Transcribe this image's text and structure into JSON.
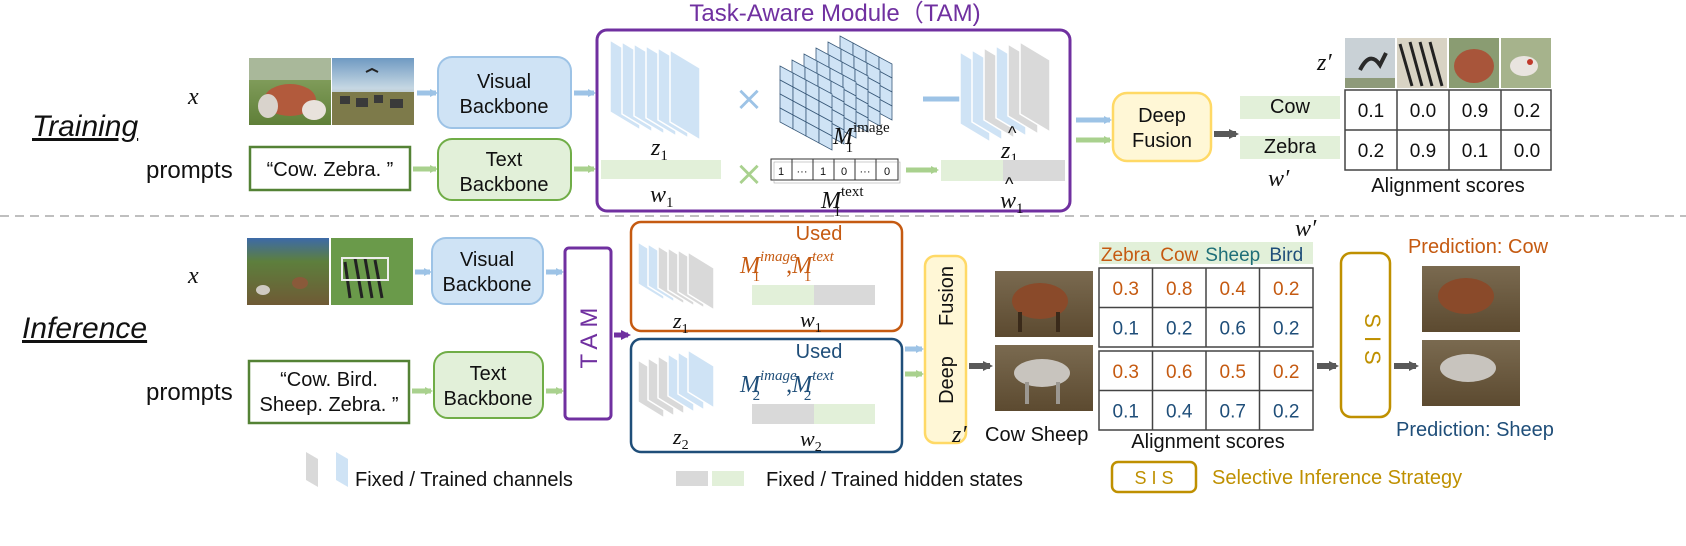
{
  "title": "Task-Aware Module（TAM)",
  "colors": {
    "tam_purple": "#7030a0",
    "blue_fill": "#cfe3f5",
    "blue_stroke": "#9dc3e6",
    "green_fill": "#e2f0d9",
    "green_stroke": "#70ad47",
    "yellow_fill": "#fff7d6",
    "yellow_stroke": "#ffd966",
    "orange": "#c55a11",
    "navy": "#1f4e79",
    "gold": "#bf9000",
    "teal": "#1f6f78",
    "gray_fill": "#d9d9d9",
    "arrow_gray": "#595959"
  },
  "training": {
    "label": "Training",
    "x_label": "x",
    "prompts_label": "prompts",
    "prompt_text": "“Cow. Zebra. ”",
    "visual_backbone": [
      "Visual",
      "Backbone"
    ],
    "text_backbone": [
      "Text",
      "Backbone"
    ],
    "z1": "z",
    "w1": "w",
    "sub1": "1",
    "m_image": "M",
    "m_image_sup": "image",
    "m_text": "M",
    "m_text_sup": "text",
    "mask_cells": [
      "1",
      "···",
      "1",
      "0",
      "···",
      "0"
    ],
    "times": "×",
    "deep_fusion": [
      "Deep",
      "Fusion"
    ],
    "classes": [
      "Cow",
      "Zebra"
    ],
    "z_prime": "z′",
    "w_prime": "w′",
    "score_rows": [
      [
        "0.1",
        "0.0",
        "0.9",
        "0.2"
      ],
      [
        "0.2",
        "0.9",
        "0.1",
        "0.0"
      ]
    ],
    "scores_caption": "Alignment scores"
  },
  "inference": {
    "label": "Inference",
    "x_label": "x",
    "prompts_label": "prompts",
    "prompt_lines": [
      "“Cow. Bird.",
      "Sheep. Zebra. ”"
    ],
    "visual_backbone": [
      "Visual",
      "Backbone"
    ],
    "text_backbone": [
      "Text",
      "Backbone"
    ],
    "tam": "TAM",
    "used_1": "Used",
    "used_2": "Used",
    "sub1": "1",
    "sub2": "2",
    "comma": ",",
    "deep_fusion": [
      "Deep",
      "Fusion"
    ],
    "z_prime": "z′",
    "class_caption": "Cow Sheep",
    "w_prime": "w′",
    "header": [
      "Zebra",
      "Cow",
      "Sheep",
      "Bird"
    ],
    "score_rows": [
      [
        "0.3",
        "0.8",
        "0.4",
        "0.2"
      ],
      [
        "0.1",
        "0.2",
        "0.6",
        "0.2"
      ],
      [
        "0.3",
        "0.6",
        "0.5",
        "0.2"
      ],
      [
        "0.1",
        "0.4",
        "0.7",
        "0.2"
      ]
    ],
    "scores_caption": "Alignment scores",
    "sis": "SIS",
    "prediction_1": "Prediction: Cow",
    "prediction_2": "Prediction: Sheep"
  },
  "legend": {
    "channels": "Fixed / Trained  channels",
    "hidden": "Fixed / Trained hidden states",
    "sis_box": "S I S",
    "sis_text": "Selective Inference Strategy"
  },
  "photos": {
    "training_input": [
      "cow-photo",
      "zebra-herd-photo"
    ],
    "training_crops": [
      "bird-crop",
      "zebra-crop",
      "cow-crop",
      "bird-crop-2"
    ],
    "inference_input": [
      "field-photo",
      "zebra-photo"
    ],
    "inference_crops": [
      "cow-crop",
      "sheep-crop"
    ]
  }
}
